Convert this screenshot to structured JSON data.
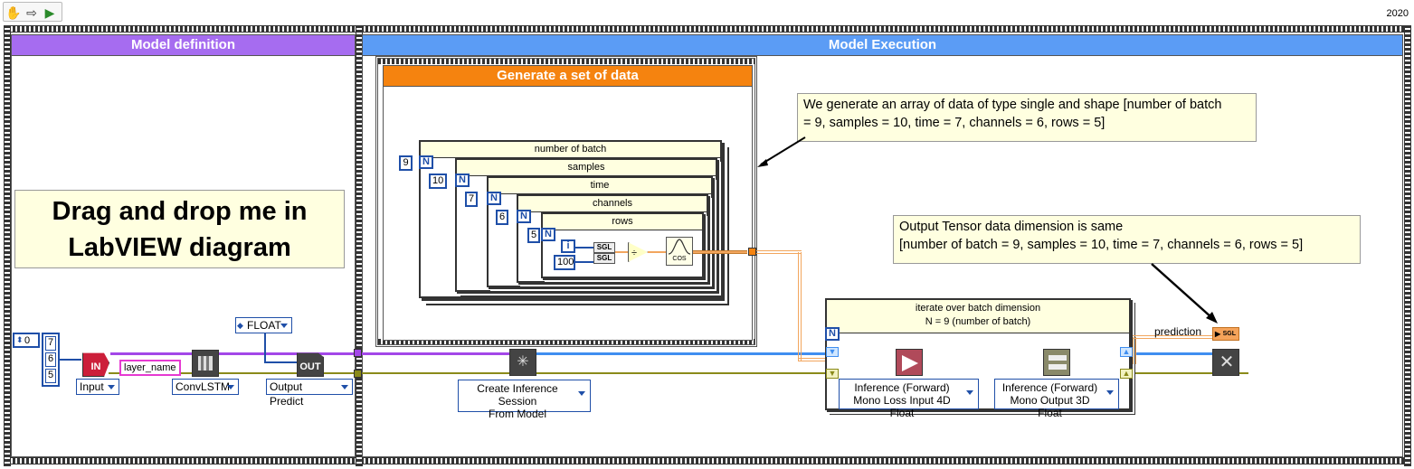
{
  "toolbar": {
    "version": "2020",
    "icons": [
      "hand-icon",
      "arrow-icon",
      "run-icon"
    ]
  },
  "panels": {
    "definition": {
      "title": "Model definition",
      "color": "#a66cf0"
    },
    "execution": {
      "title": "Model Execution",
      "color": "#5b9cf5"
    },
    "generate": {
      "title": "Generate a set of data",
      "color": "#f5830f"
    }
  },
  "drag_comment": {
    "line1": "Drag and drop me in",
    "line2": "LabVIEW diagram"
  },
  "comments": {
    "generate_line1": "We generate an array of data of type single and shape [number of batch",
    "generate_line2": "= 9, samples = 10, time = 7, channels = 6, rows = 5]",
    "output_line1": "Output Tensor data dimension is same",
    "output_line2": "[number of batch = 9, samples = 10, time = 7, channels = 6, rows = 5]"
  },
  "loops": [
    {
      "label": "number of batch",
      "n": "9"
    },
    {
      "label": "samples",
      "n": "10"
    },
    {
      "label": "time",
      "n": "7"
    },
    {
      "label": "channels",
      "n": "6"
    },
    {
      "label": "rows",
      "n": "5"
    }
  ],
  "inner": {
    "i_label": "i",
    "const_100": "100",
    "sgl": "SGL",
    "cos": "COS",
    "n": "N"
  },
  "definition": {
    "shape_index": "0",
    "shape_values": [
      "7",
      "6",
      "5"
    ],
    "input_ring": "Input",
    "layer_name": "layer_name",
    "convlstm_ring": "ConvLSTM",
    "float_ring": "FLOAT",
    "output_ring": "Output Predict",
    "in_label": "IN",
    "out_label": "OUT"
  },
  "execution": {
    "create_session_line1": "Create Inference Session",
    "create_session_line2": "From Model",
    "iterate_line1": "iterate over batch dimension",
    "iterate_line2": "N = 9 (number of batch)",
    "inference1_line1": "Inference (Forward)",
    "inference1_line2": "Mono Loss Input 4D Float",
    "inference2_line1": "Inference (Forward)",
    "inference2_line2": "Mono Output 3D Float",
    "prediction_label": "prediction",
    "prediction_sgl": "SGL"
  }
}
